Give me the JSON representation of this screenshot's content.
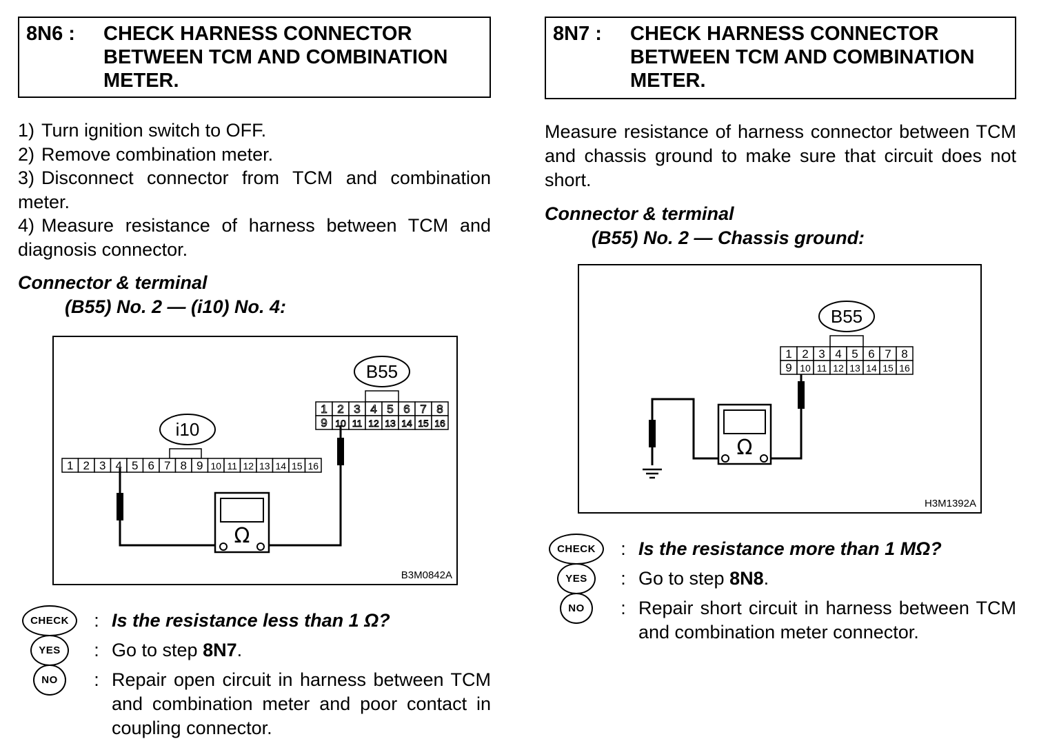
{
  "left": {
    "code": "8N6 :",
    "title": "CHECK HARNESS CONNECTOR BETWEEN TCM AND COMBINATION METER.",
    "steps": [
      {
        "num": "1)",
        "text": "Turn ignition switch to OFF."
      },
      {
        "num": "2)",
        "text": "Remove combination meter."
      },
      {
        "num": "3)",
        "text": "Disconnect connector from TCM and combination meter."
      },
      {
        "num": "4)",
        "text": "Measure resistance of harness between TCM and diagnosis connector."
      }
    ],
    "connector_title": "Connector & terminal",
    "connector_spec": "(B55) No. 2 — (i10) No. 4:",
    "figure": {
      "code": "B3M0842A",
      "b55_label": "B55",
      "i10_label": "i10",
      "ohm": "Ω",
      "b55_top": [
        "1",
        "2",
        "3",
        "4",
        "5",
        "6",
        "7",
        "8"
      ],
      "b55_bottom": [
        "9",
        "10",
        "11",
        "12",
        "13",
        "14",
        "15",
        "16"
      ],
      "i10_row": [
        "1",
        "2",
        "3",
        "4",
        "5",
        "6",
        "7",
        "8",
        "9",
        "10",
        "11",
        "12",
        "13",
        "14",
        "15",
        "16"
      ]
    },
    "check_label": "CHECK",
    "yes_label": "YES",
    "no_label": "NO",
    "question": "Is the resistance less than 1 Ω?",
    "yes_text_prefix": "Go to step ",
    "yes_step": "8N7",
    "yes_text_suffix": ".",
    "no_text": "Repair open circuit in harness between TCM and combination meter and poor contact in coupling connector."
  },
  "right": {
    "code": "8N7 :",
    "title": "CHECK HARNESS CONNECTOR BETWEEN TCM AND COMBINATION METER.",
    "intro": "Measure resistance of harness connector between TCM and chassis ground to make sure that circuit does not short.",
    "connector_title": "Connector & terminal",
    "connector_spec": "(B55) No. 2 — Chassis ground:",
    "figure": {
      "code": "H3M1392A",
      "b55_label": "B55",
      "ohm": "Ω",
      "b55_top": [
        "1",
        "2",
        "3",
        "4",
        "5",
        "6",
        "7",
        "8"
      ],
      "b55_bottom": [
        "9",
        "10",
        "11",
        "12",
        "13",
        "14",
        "15",
        "16"
      ]
    },
    "check_label": "CHECK",
    "yes_label": "YES",
    "no_label": "NO",
    "question": "Is the resistance more than 1 MΩ?",
    "yes_text_prefix": "Go to step ",
    "yes_step": "8N8",
    "yes_text_suffix": ".",
    "no_text": "Repair short circuit in harness between TCM and combination meter connector."
  }
}
